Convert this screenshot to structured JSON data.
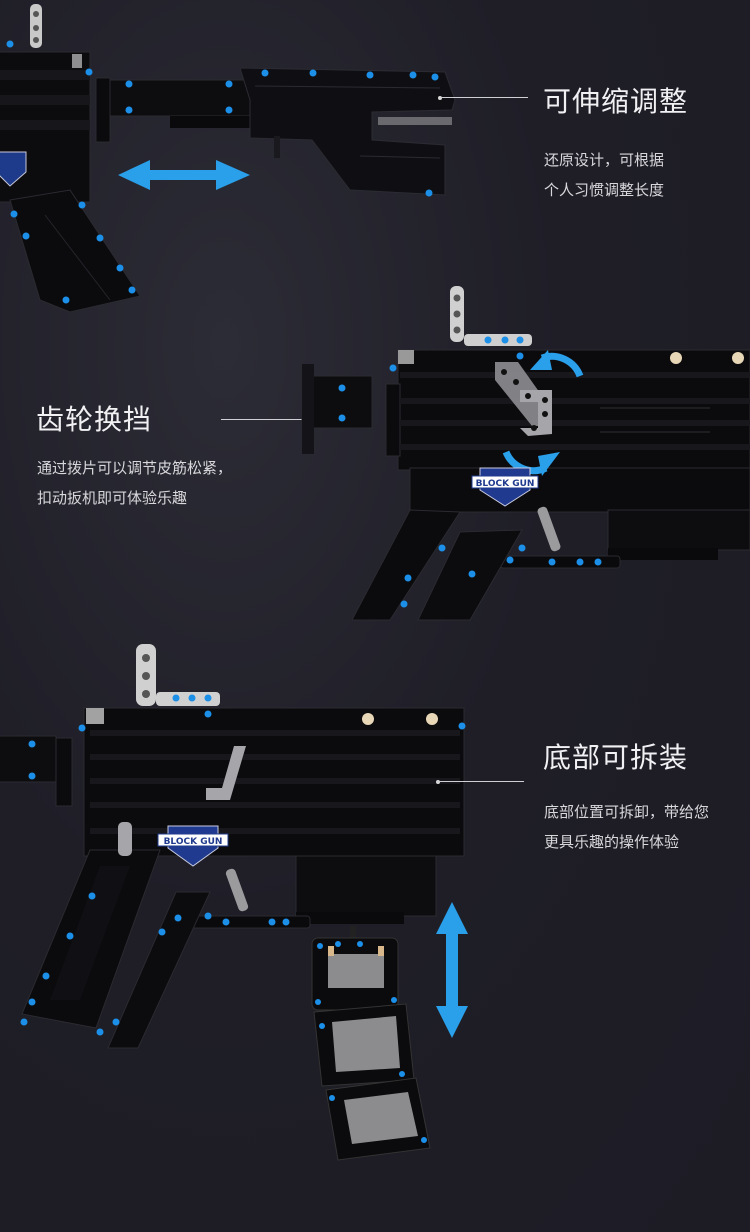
{
  "colors": {
    "background": "#1e1d27",
    "arrow_blue": "#2a9fea",
    "text_primary": "#f1f1f3",
    "text_secondary": "#d8d8dc",
    "leader_line": "#d0d0d4"
  },
  "features": [
    {
      "title": "可伸缩调整",
      "desc_lines": [
        "还原设计，可根据",
        "个人习惯调整长度"
      ],
      "illustration": "brick-gun-stock",
      "arrow": "horizontal-double-arrow"
    },
    {
      "title": "齿轮换挡",
      "desc_lines": [
        "通过拨片可以调节皮筋松紧，",
        "扣动扳机即可体验乐趣"
      ],
      "illustration": "brick-gun-gear-lever",
      "arrow": "rotate-arrows"
    },
    {
      "title": "底部可拆装",
      "desc_lines": [
        "底部位置可拆卸，带给您",
        "更具乐趣的操作体验"
      ],
      "illustration": "brick-gun-detachable-magazine",
      "arrow": "vertical-double-arrow"
    }
  ],
  "badge": {
    "text": "BLOCK GUN"
  }
}
